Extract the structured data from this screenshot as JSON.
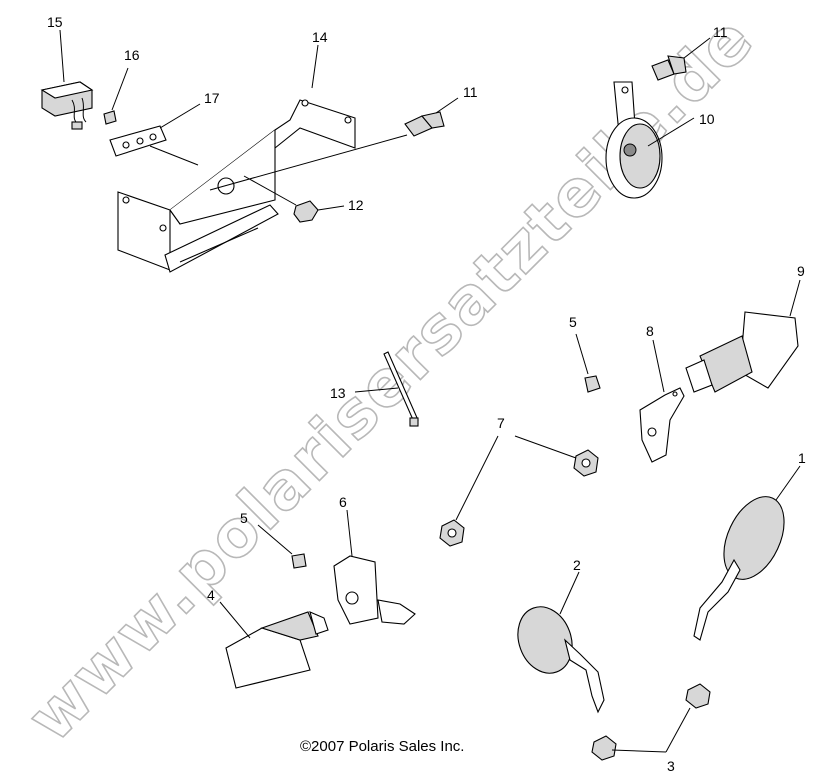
{
  "watermark": "www.polarisersatzteile.de",
  "copyright": "©2007 Polaris Sales Inc.",
  "callouts": {
    "c1": "1",
    "c2": "2",
    "c3": "3",
    "c4": "4",
    "c5a": "5",
    "c5b": "5",
    "c6": "6",
    "c7": "7",
    "c8": "8",
    "c9": "9",
    "c10": "10",
    "c11a": "11",
    "c11b": "11",
    "c12": "12",
    "c13": "13",
    "c14": "14",
    "c15": "15",
    "c16": "16",
    "c17": "17"
  }
}
